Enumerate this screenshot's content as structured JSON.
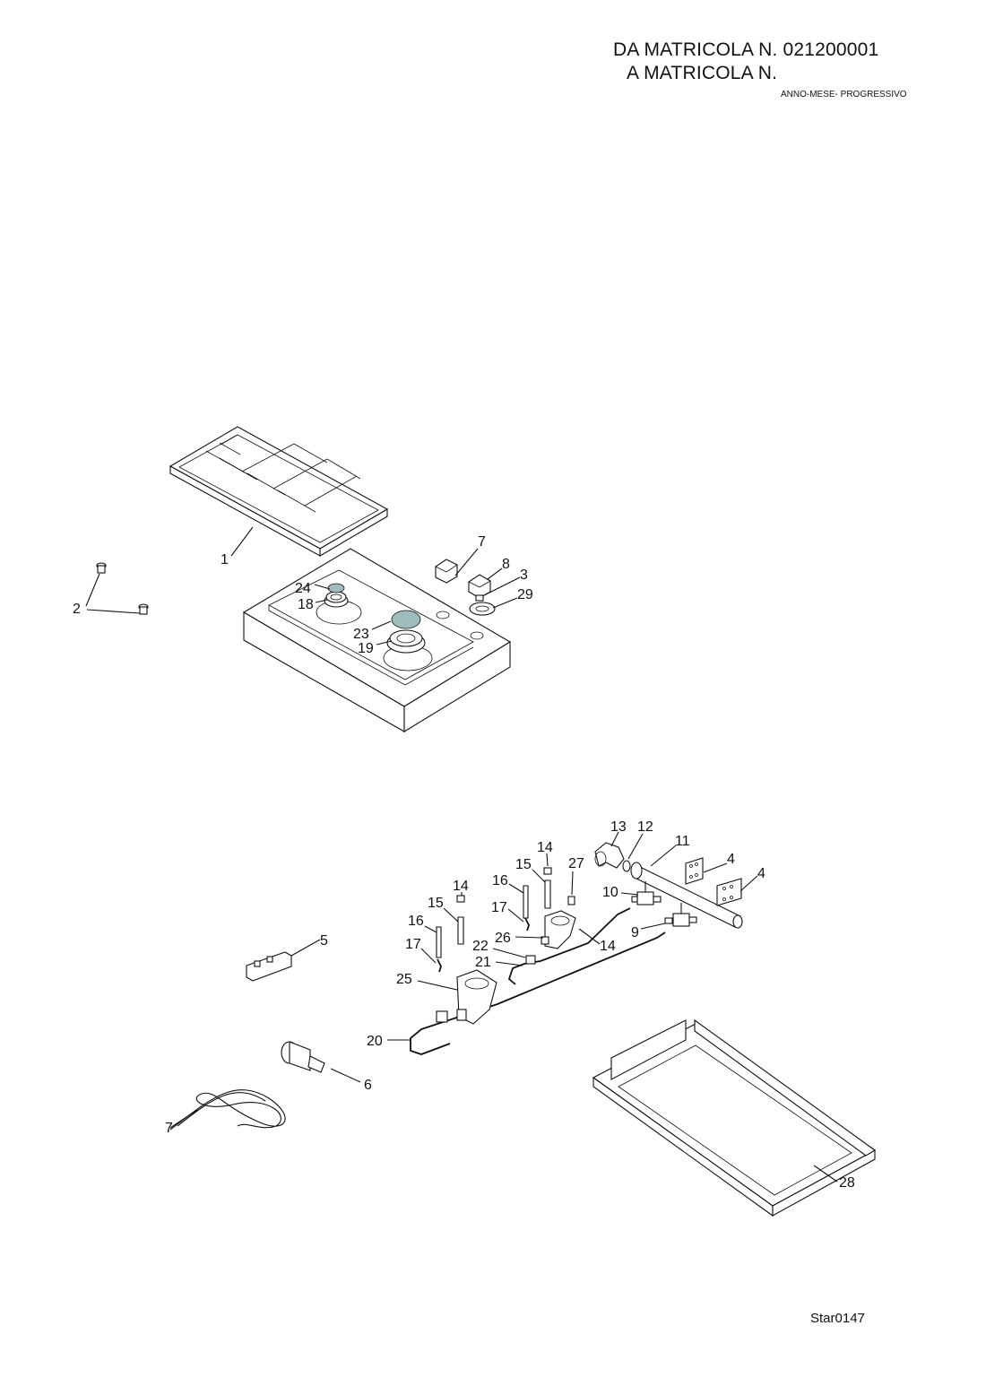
{
  "header": {
    "line1": "DA MATRICOLA  N. 021200001",
    "line2": "A MATRICOLA  N.",
    "line3": "ANNO-MESE- PROGRESSIVO"
  },
  "footer": {
    "code": "Star0147"
  },
  "colors": {
    "cap_fill": "#9fbcbc",
    "line": "#111111"
  },
  "labels": {
    "l1": "1",
    "l2": "2",
    "l24": "24",
    "l18": "18",
    "l23": "23",
    "l19": "19",
    "l7a": "7",
    "l8": "8",
    "l3": "3",
    "l29": "29",
    "l13": "13",
    "l12": "12",
    "l11": "11",
    "l4a": "4",
    "l4b": "4",
    "l14a": "14",
    "l27": "27",
    "l15a": "15",
    "l16a": "16",
    "l10": "10",
    "l14b": "14",
    "l15b": "15",
    "l17a": "17",
    "l9": "9",
    "l16b": "16",
    "l26": "26",
    "l14c": "14",
    "l17b": "17",
    "l22": "22",
    "l5": "5",
    "l21": "21",
    "l25": "25",
    "l20": "20",
    "l6": "6",
    "l7b": "7",
    "l28": "28"
  }
}
